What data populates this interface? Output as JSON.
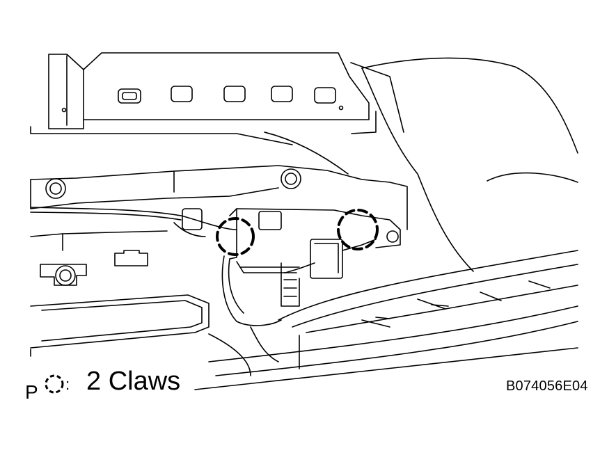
{
  "legend": {
    "prefix": "P",
    "symbol_icon": "dashed-circle-icon",
    "separator": ":",
    "text": "2 Claws"
  },
  "reference_code": "B074056E04",
  "colors": {
    "line": "#000000",
    "background": "#ffffff"
  }
}
